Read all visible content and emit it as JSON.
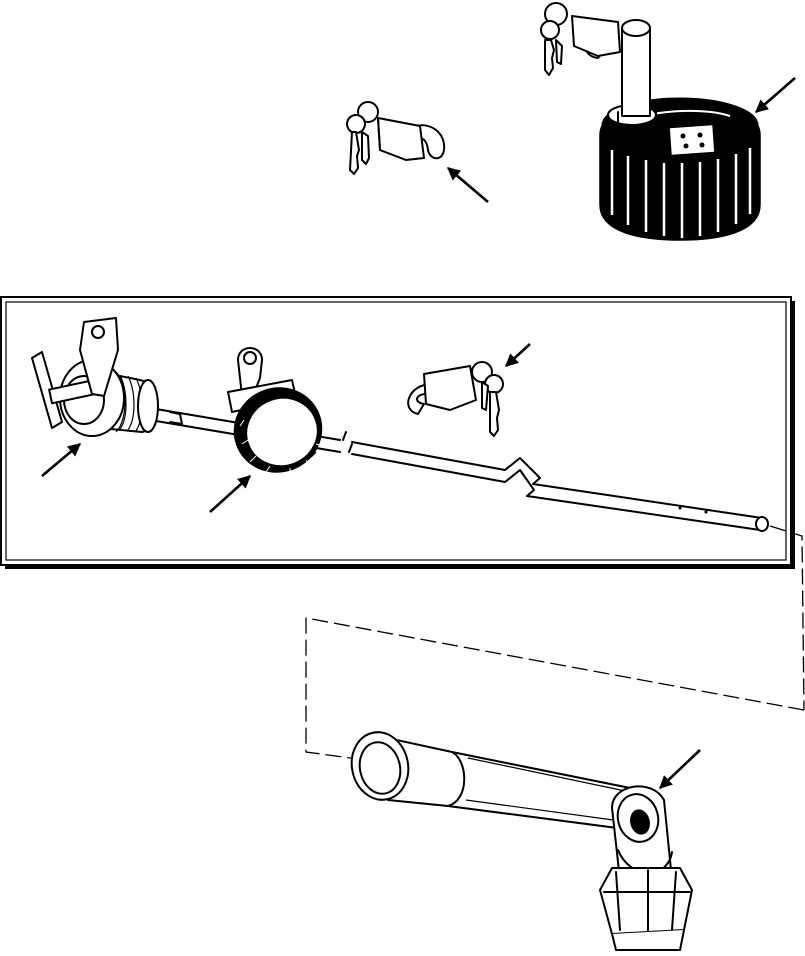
{
  "figure": {
    "background": "#ffffff",
    "ink": "#000000",
    "parts": [
      "padlock-upper",
      "filler-cap-with-lock",
      "padlock-lower",
      "strainer-assembly",
      "clamp-ring",
      "dipstick-rod",
      "elbow-adapter-tube"
    ]
  }
}
